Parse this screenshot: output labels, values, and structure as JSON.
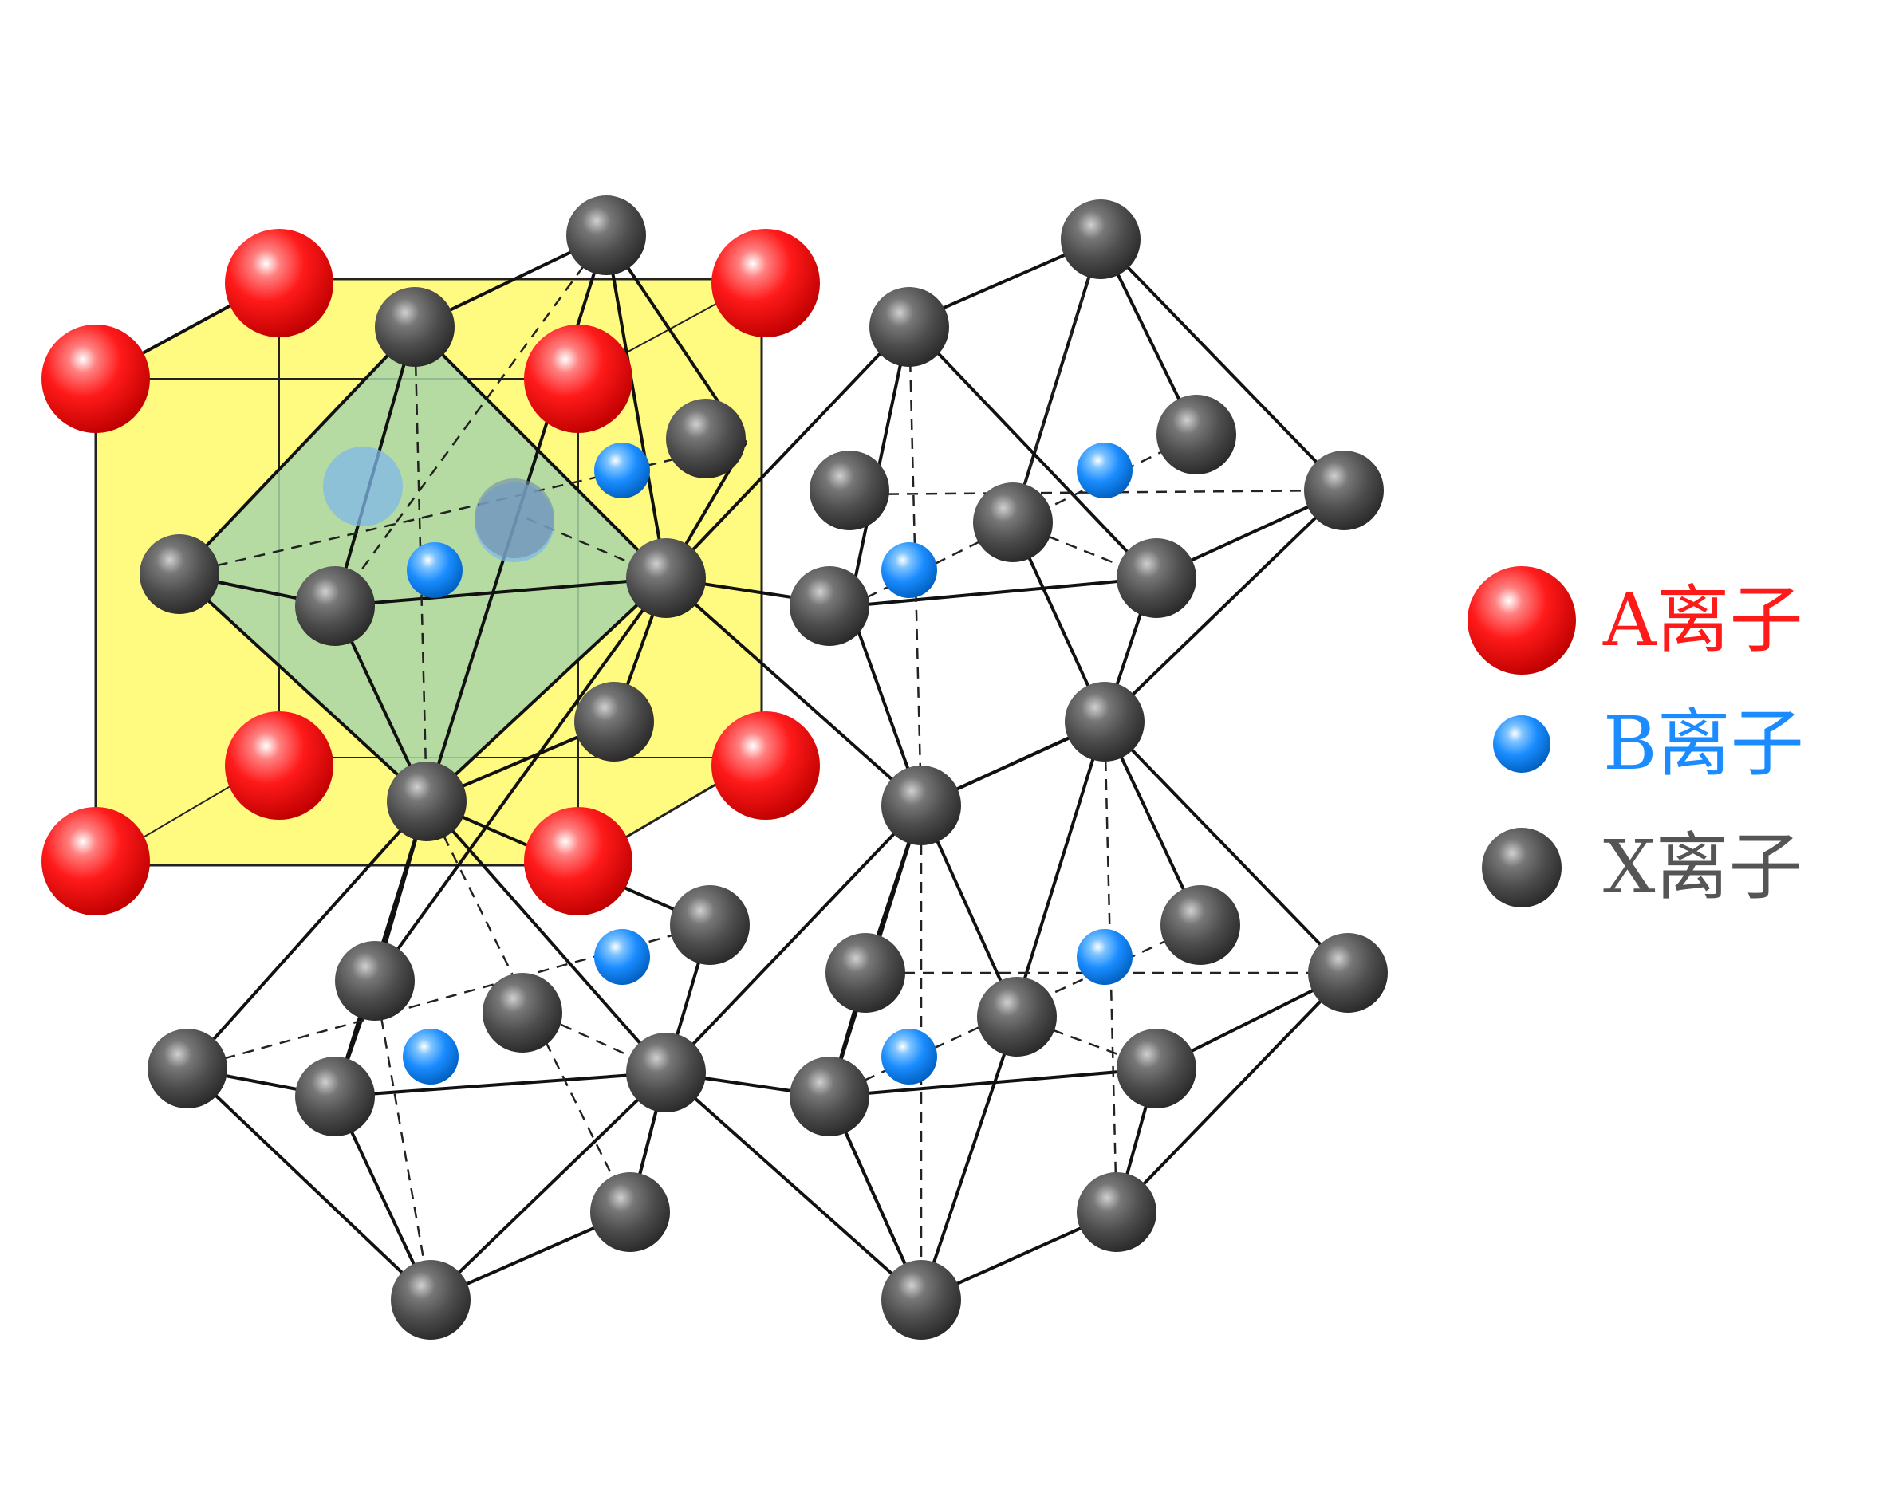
{
  "colors": {
    "a_ion": "#ff1a1a",
    "b_ion": "#1a8cff",
    "x_ion": "#4d4d4d",
    "unit_cell_fill": "#fffa80",
    "octahedron_fill": "#a8d5a8",
    "a_label": "#ff1a1a",
    "b_label": "#1a8cff",
    "x_label": "#555555"
  },
  "legend": {
    "a_label": "A离子",
    "b_label": "B离子",
    "x_label": "X离子"
  }
}
